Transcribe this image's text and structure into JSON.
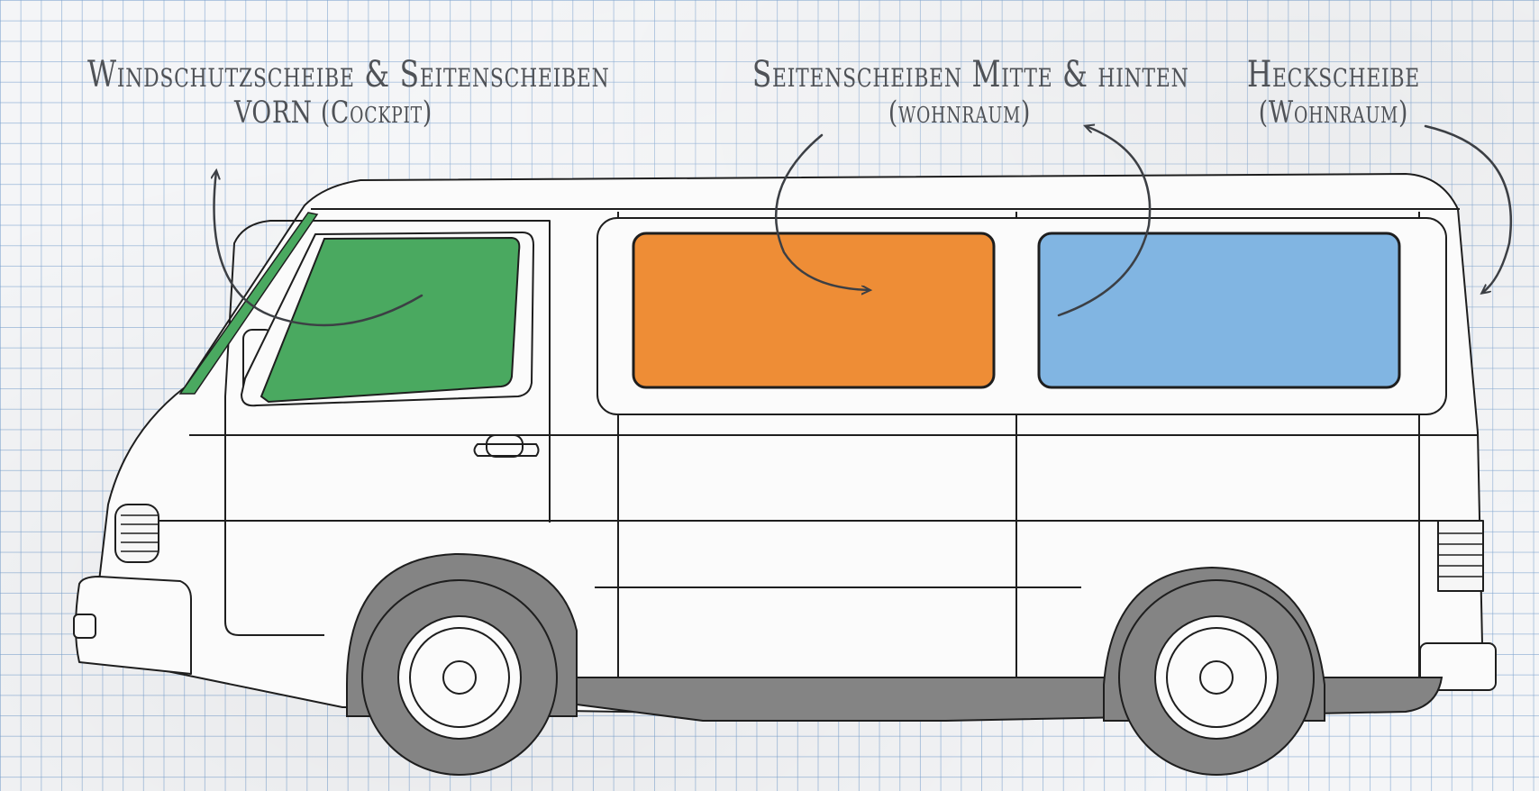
{
  "labels": {
    "front": {
      "line1": "Windschutzscheibe & Seitenscheiben",
      "line2": "VORN (Cockpit)"
    },
    "middle": {
      "line1": "Seitenscheiben Mitte & hinten",
      "line2": "(wohnraum)"
    },
    "rear": {
      "line1": "Heckscheibe",
      "line2": "(Wohnraum)"
    }
  },
  "colors": {
    "front_windows": "#4aa960",
    "middle_windows": "#ee8d36",
    "rear_windows": "#81b5e2",
    "tires": "#848484",
    "outline": "#1e1e1e",
    "text": "#4f5257"
  }
}
